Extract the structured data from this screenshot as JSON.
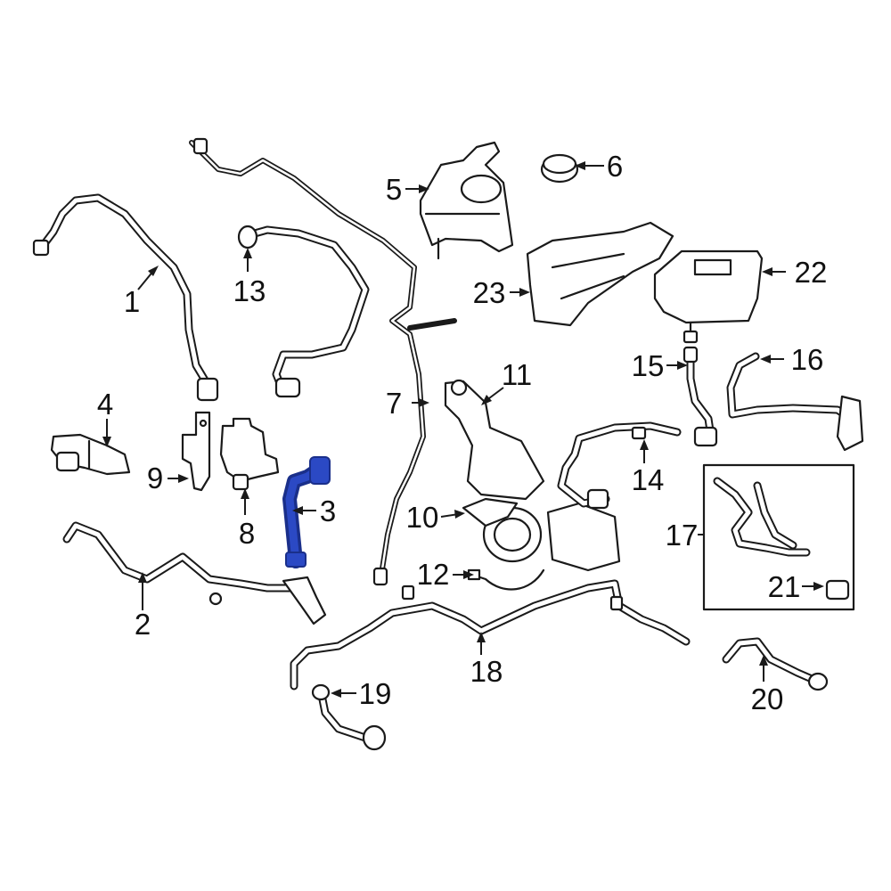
{
  "callouts": {
    "c1": "1",
    "c2": "2",
    "c3": "3",
    "c4": "4",
    "c5": "5",
    "c6": "6",
    "c7": "7",
    "c8": "8",
    "c9": "9",
    "c10": "10",
    "c11": "11",
    "c12": "12",
    "c13": "13",
    "c14": "14",
    "c15": "15",
    "c16": "16",
    "c17": "17",
    "c18": "18",
    "c19": "19",
    "c20": "20",
    "c21": "21",
    "c22": "22",
    "c23": "23"
  },
  "colors": {
    "highlight": "#2b49c4",
    "line": "#1a1a1a",
    "background": "#ffffff"
  }
}
